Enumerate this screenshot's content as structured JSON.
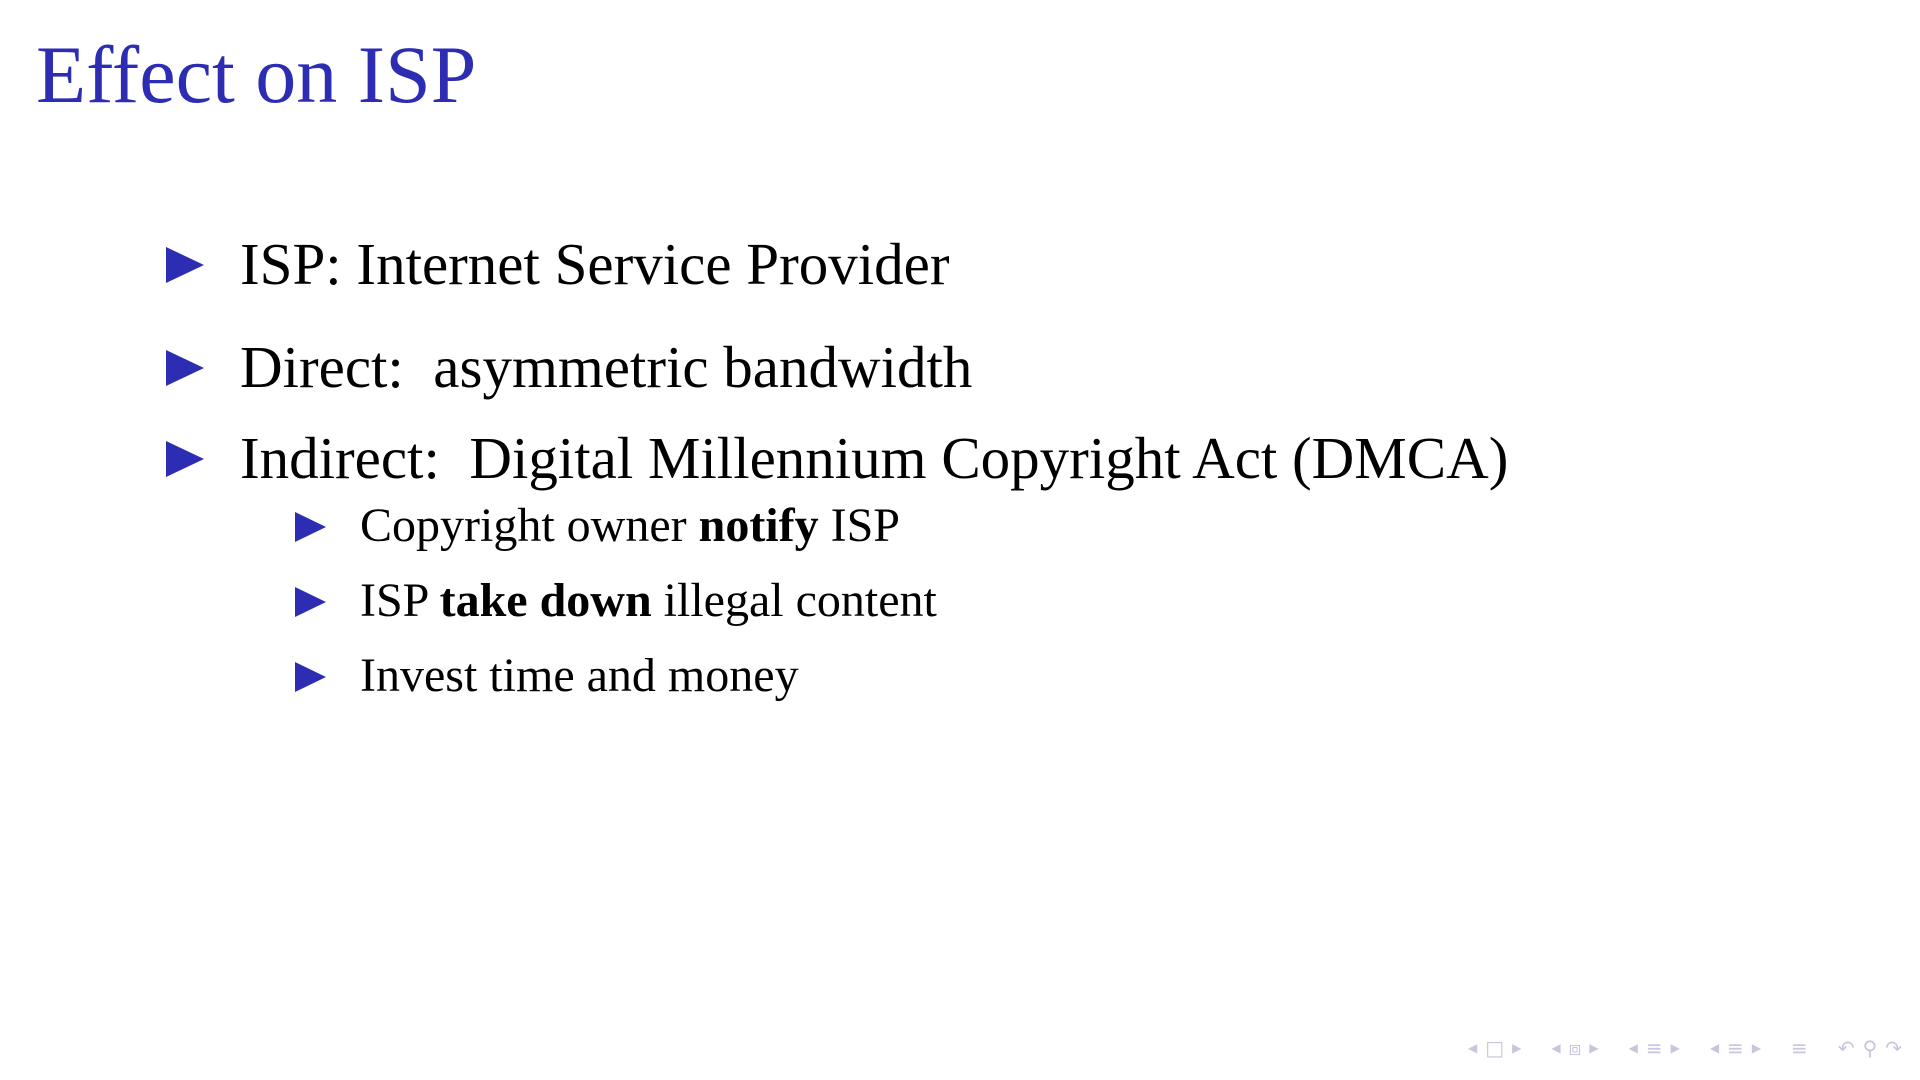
{
  "slide": {
    "title": "Effect on ISP",
    "accent_color": "#2d2db4"
  },
  "bullets": [
    {
      "level": 1,
      "parts": [
        {
          "text": "ISP: Internet Service Provider",
          "bold": false
        }
      ]
    },
    {
      "level": 1,
      "parts": [
        {
          "text": "Direct:  asymmetric bandwidth",
          "bold": false
        }
      ]
    },
    {
      "level": 1,
      "parts": [
        {
          "text": "Indirect:  Digital Millennium Copyright Act (DMCA)",
          "bold": false
        }
      ]
    },
    {
      "level": 2,
      "parts": [
        {
          "text": "Copyright owner ",
          "bold": false
        },
        {
          "text": "notify",
          "bold": true
        },
        {
          "text": " ISP",
          "bold": false
        }
      ]
    },
    {
      "level": 2,
      "parts": [
        {
          "text": "ISP ",
          "bold": false
        },
        {
          "text": "take down",
          "bold": true
        },
        {
          "text": " illegal content",
          "bold": false
        }
      ]
    },
    {
      "level": 2,
      "parts": [
        {
          "text": "Invest time and money",
          "bold": false
        }
      ]
    }
  ],
  "navigation": {
    "icons": [
      "prev-slide-icon",
      "slide-frame-icon",
      "next-slide-icon",
      "prev-subsection-icon",
      "subsection-icon",
      "next-subsection-icon",
      "prev-section-icon",
      "section-icon",
      "next-section-icon",
      "prev-part-icon",
      "document-icon",
      "next-part-icon",
      "appendix-icon",
      "back-icon",
      "search-icon",
      "forward-icon"
    ],
    "color": "#c6c6dc"
  }
}
